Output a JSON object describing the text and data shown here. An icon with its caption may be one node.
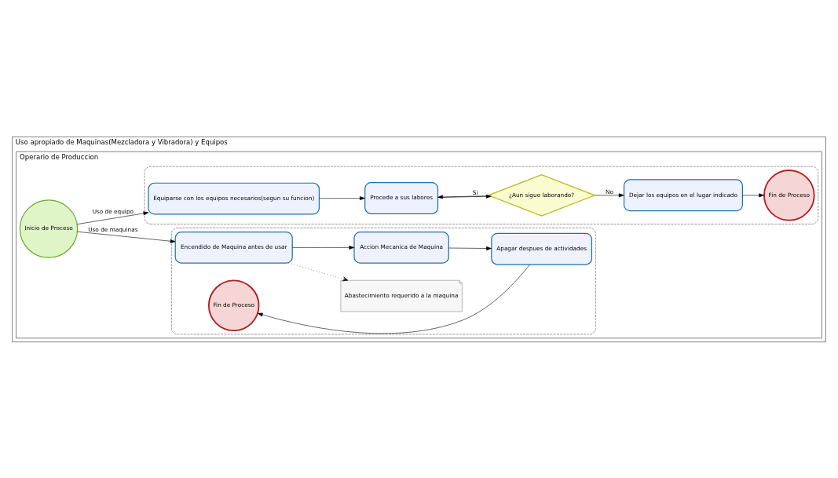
{
  "diagram": {
    "nodes": [
      {
        "text": [
          "Uso apropiado de Maquinas(Mezcladora y Vibradora) y Equipos"
        ]
      },
      {
        "text": [
          "Operario de Produccion"
        ],
        "in": 0
      },
      {
        "text": [],
        "shape": "box",
        "in": 1
      },
      {
        "text": [],
        "shape": "box",
        "in": 1
      },
      {
        "text": [
          "Inicio de Proceso"
        ],
        "in": 1
      },
      {
        "text": [
          "Encendido de Maquina antes de usar"
        ],
        "in": 2
      },
      {
        "text": [
          "Abastecimiento requerido a la maquina"
        ],
        "in": 2
      },
      {
        "text": [
          "Fin de Proceso"
        ],
        "in": 2
      },
      {
        "text": [
          "Accion Mecanica de Maquina"
        ],
        "in": 2
      },
      {
        "text": [
          "Apagar despues de actividades"
        ],
        "in": 2
      },
      {
        "text": [
          "Equiparse con los equipos necesarios(segun su funcion)"
        ],
        "in": 3
      },
      {
        "text": [
          "Procede a sus labores"
        ],
        "in": 3
      },
      {
        "text": [
          "¿Aun sigue laborando?"
        ],
        "in": 3
      },
      {
        "text": [
          "Dejar los equipos en el lugar indicado"
        ],
        "in": 3
      },
      {
        "text": [
          "Fin de Proceso"
        ],
        "in": 3
      }
    ],
    "edges": [
      {
        "from": 4,
        "to": 5,
        "arrow": "to",
        "label": "Uso de maquinas"
      },
      {
        "from": 4,
        "to": 10,
        "arrow": "to",
        "label": "Uso de equipo"
      },
      {
        "from": 5,
        "to": 6,
        "arrow": "to",
        "style": "dashed"
      },
      {
        "from": 5,
        "to": 8,
        "arrow": "to"
      },
      {
        "from": 8,
        "to": 9,
        "arrow": "to"
      },
      {
        "from": 9,
        "to": 7,
        "arrow": "to"
      },
      {
        "from": 10,
        "to": 11,
        "arrow": "to"
      },
      {
        "from": 11,
        "to": 12,
        "arrow": "to"
      },
      {
        "from": 12,
        "to": 13,
        "arrow": "to",
        "label": "No"
      },
      {
        "from": 13,
        "to": 14,
        "arrow": "to"
      },
      {
        "from": 12,
        "to": 11,
        "arrow": "to",
        "label": "Si"
      }
    ]
  }
}
